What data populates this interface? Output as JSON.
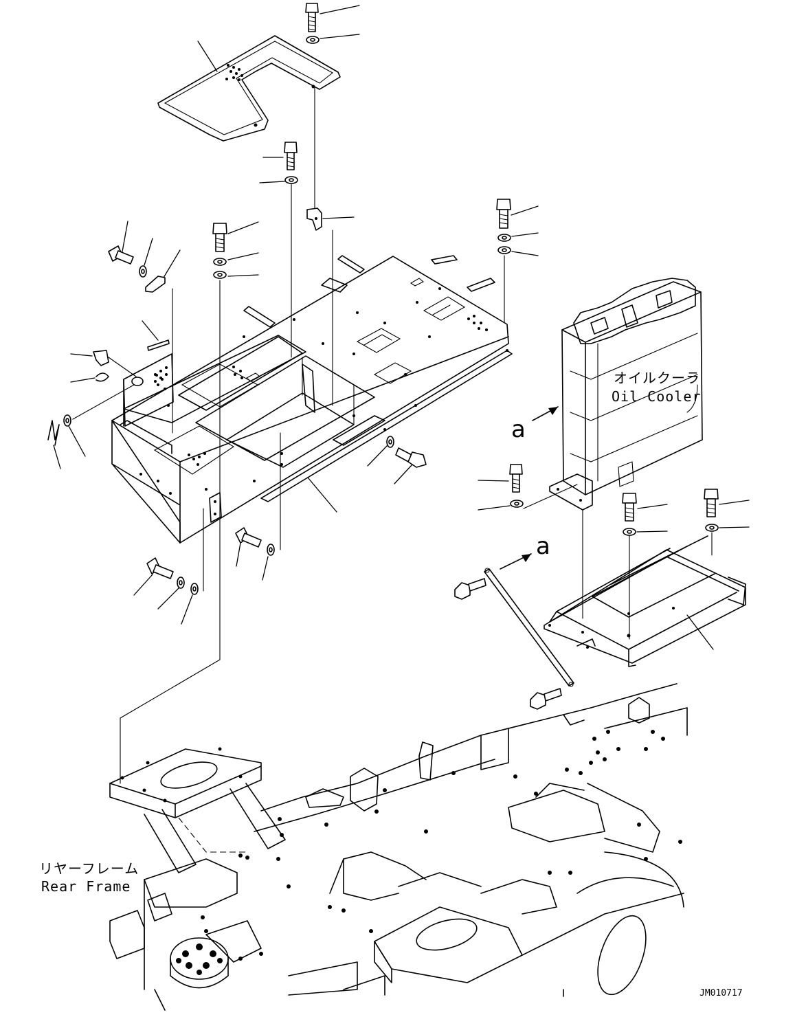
{
  "labels": {
    "oil_cooler_jp": "オイルクーラ",
    "oil_cooler_en": "Oil Cooler",
    "rear_frame_jp": "リヤーフレーム",
    "rear_frame_en": "Rear Frame",
    "view_marker_1": "a",
    "view_marker_2": "a",
    "drawing_code": "JM010717"
  }
}
